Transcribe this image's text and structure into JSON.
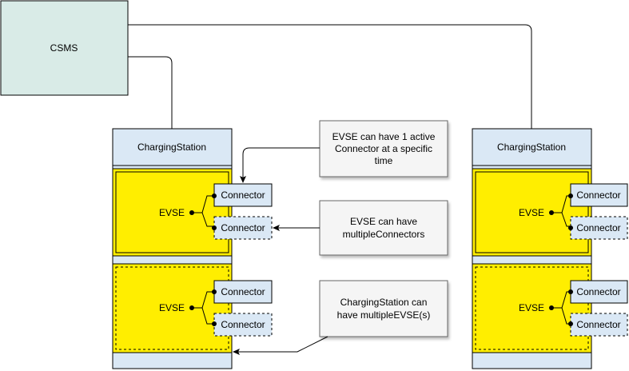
{
  "csms": {
    "label": "CSMS"
  },
  "stations": [
    {
      "title": "ChargingStation",
      "evses": [
        {
          "label": "EVSE",
          "connectors": [
            "Connector",
            "Connector"
          ]
        },
        {
          "label": "EVSE",
          "connectors": [
            "Connector",
            "Connector"
          ]
        }
      ]
    },
    {
      "title": "ChargingStation",
      "evses": [
        {
          "label": "EVSE",
          "connectors": [
            "Connector",
            "Connector"
          ]
        },
        {
          "label": "EVSE",
          "connectors": [
            "Connector",
            "Connector"
          ]
        }
      ]
    }
  ],
  "notes": [
    {
      "lines": [
        "EVSE can have 1 active",
        "Connector at a specific",
        "time"
      ]
    },
    {
      "lines": [
        "EVSE can have",
        "multipleConnectors"
      ]
    },
    {
      "lines": [
        "ChargingStation can",
        "have multipleEVSE(s)"
      ]
    }
  ],
  "colors": {
    "csms_fill": "#d9ebe7",
    "station_fill": "#dae8f5",
    "evse_fill": "#ffee00",
    "note_fill": "#f5f5f5"
  }
}
